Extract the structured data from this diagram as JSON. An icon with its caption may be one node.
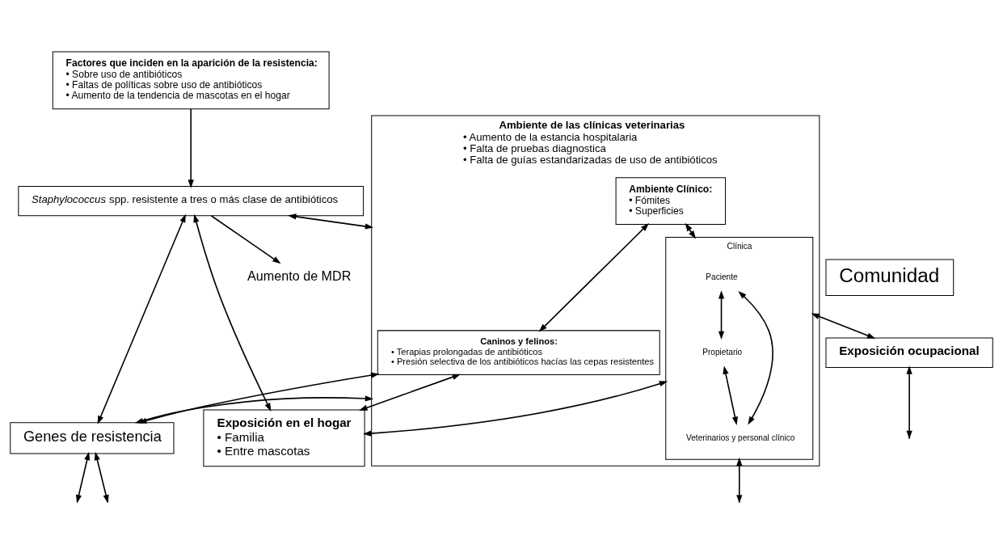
{
  "diagram": {
    "nodes": [
      {
        "text": [
          "Aumento de MDR"
        ]
      },
      {
        "text": [
          "Comunidad"
        ]
      },
      {
        "text": [
          "*Staphylococcus* spp. resistente a tres o más clase de antibióticos"
        ]
      },
      {
        "text": [
          "Factores que inciden en la aparición de la resistencia:",
          "• Sobre uso de antibióticos",
          "• Faltas de políticas sobre uso de antibióticos",
          "• Aumento de la tendencia de mascotas en el hogar"
        ]
      },
      {
        "text": [
          "Ambiente de las clínicas veterinarias",
          "• Aumento de la estancia hospitalaria",
          "• Falta de pruebas diagnostica",
          "• Falta de guías estandarizadas de uso de antibióticos"
        ]
      },
      {
        "text": [
          "Clínica"
        ],
        "in": 4
      },
      {
        "text": [
          "Paciente"
        ],
        "in": 5
      },
      {
        "text": [
          "Propietario"
        ],
        "in": 5
      },
      {
        "text": [
          "Veterinarios y personal clínico"
        ],
        "in": 5
      },
      {
        "text": [
          "Ambiente Clínico:",
          "• Fómites",
          "• Superficies"
        ],
        "in": 4
      },
      {
        "text": [
          "Caninos y felinos:",
          "• Terapias prolongadas de antibióticos",
          "• Presión selectiva de los antibióticos hacías las cepas resistentes"
        ],
        "in": 4
      },
      {
        "text": [
          "Exposición en el hogar",
          "• Familia",
          "• Entre mascotas"
        ]
      },
      {
        "text": [
          "Exposición ocupacional"
        ]
      },
      {
        "text": [
          "Genes de resistencia"
        ]
      }
    ],
    "edges": [
      {
        "from": 2,
        "to": 0,
        "arrow": "to"
      },
      {
        "from": 3,
        "to": 2,
        "arrow": "to"
      },
      {
        "from": 2,
        "to": 4,
        "arrow": "both"
      },
      {
        "from": 2,
        "to": 11,
        "arrow": "both"
      },
      {
        "from": 13,
        "to": 2,
        "arrow": "both"
      },
      {
        "from": 6,
        "to": 7,
        "arrow": "both"
      },
      {
        "from": 6,
        "to": 8,
        "arrow": "both"
      },
      {
        "from": 7,
        "to": 8,
        "arrow": "both"
      },
      {
        "from": 9,
        "to": 5,
        "arrow": "both"
      },
      {
        "from": 9,
        "to": 10,
        "arrow": "both"
      },
      {
        "from": 5,
        "to": 11,
        "arrow": "both"
      },
      {
        "from": 5,
        "to": null,
        "arrow": "both"
      },
      {
        "from": 5,
        "to": 12,
        "arrow": "both"
      },
      {
        "from": 10,
        "to": 11,
        "arrow": "both"
      },
      {
        "from": 12,
        "to": null,
        "arrow": "both"
      },
      {
        "from": 4,
        "to": 13,
        "arrow": "both"
      },
      {
        "from": 10,
        "to": 13,
        "arrow": "both"
      },
      {
        "from": 13,
        "to": null,
        "arrow": "both"
      },
      {
        "from": 13,
        "to": null,
        "arrow": "both"
      }
    ]
  }
}
